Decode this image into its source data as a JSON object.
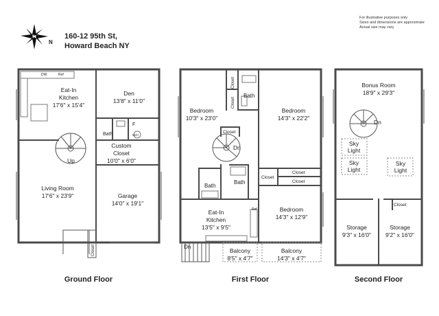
{
  "address": {
    "line1": "160-12 95th St,",
    "line2": "Howard Beach NY"
  },
  "compass": {
    "north_label": "N"
  },
  "disclaimer": [
    "For illustrative purposes only",
    "Sizes and dimensions are approximate",
    "Actual size may vary"
  ],
  "floors": [
    {
      "title": "Ground Floor",
      "rooms": [
        {
          "name": "Eat-In",
          "name2": "Kitchen",
          "size": "17'6\" x 15'4\""
        },
        {
          "name": "Den",
          "size": "13'8\" x 11'0\""
        },
        {
          "name": "Custom",
          "name2": "Closet",
          "size": "10'0\" x 6'0\""
        },
        {
          "name": "Living Room",
          "size": "17'6\" x 23'9\""
        },
        {
          "name": "Garage",
          "size": "14'0\" x 19'1\""
        }
      ],
      "labels": {
        "bath": "Bath",
        "f": "F",
        "wh": "W/H",
        "up": "Up",
        "dw": "DW",
        "ref": "Ref",
        "closet": "Closet"
      }
    },
    {
      "title": "First Floor",
      "rooms": [
        {
          "name": "Bedroom",
          "size": "10'3\" x 23'0\""
        },
        {
          "name": "Bedroom",
          "size": "14'3\" x 22'2\""
        },
        {
          "name": "Eat-In",
          "name2": "Kitchen",
          "size": "13'5\" x 9'5\""
        },
        {
          "name": "Bedroom",
          "size": "14'3\" x 12'9\""
        },
        {
          "name": "Balcony",
          "size": "8'5\" x 4'7\""
        },
        {
          "name": "Balcony",
          "size": "14'3\" x 4'7\""
        }
      ],
      "labels": {
        "bath": "Bath",
        "closet": "Closet",
        "dn": "Dn",
        "ref": "Ref"
      }
    },
    {
      "title": "Second Floor",
      "rooms": [
        {
          "name": "Bonus Room",
          "size": "18'9\" x 29'3\""
        },
        {
          "name": "Storage",
          "size": "9'3\" x 16'0\""
        },
        {
          "name": "Storage",
          "size": "9'2\" x 16'0\""
        }
      ],
      "labels": {
        "dn": "Dn",
        "sky": "Sky",
        "light": "Light",
        "closet": "Closet"
      }
    }
  ]
}
